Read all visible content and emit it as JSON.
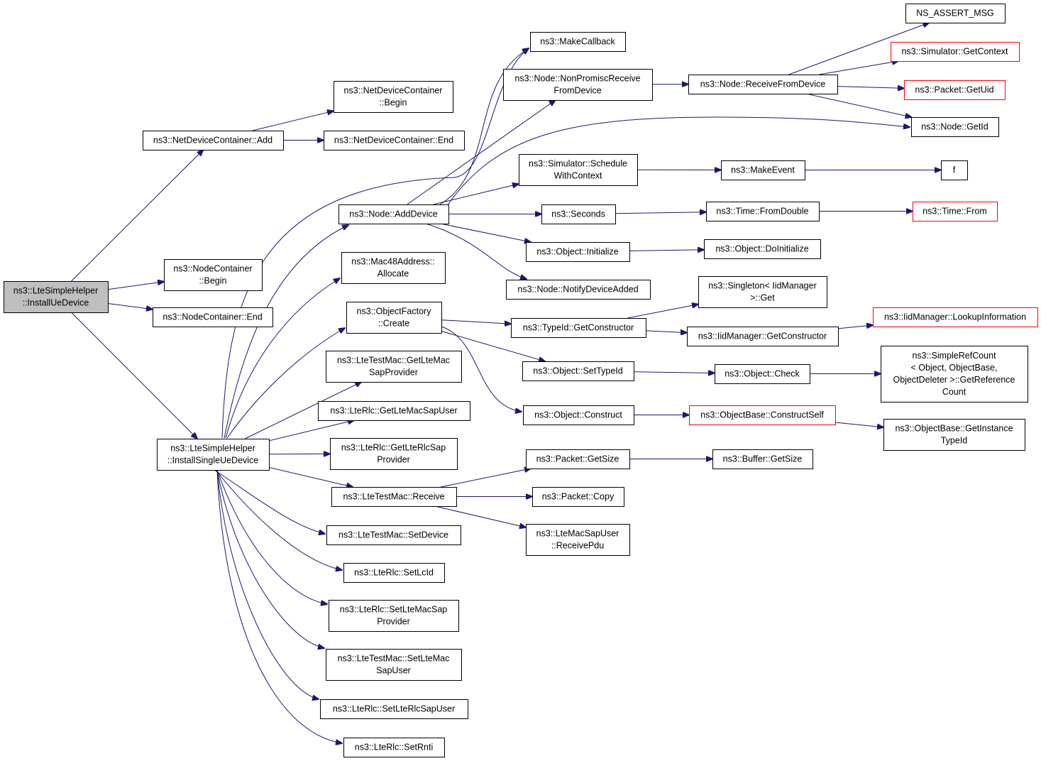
{
  "nodes": [
    {
      "id": "root",
      "lines": [
        "ns3::LteSimpleHelper",
        "::InstallUeDevice"
      ],
      "style": "root"
    },
    {
      "id": "ndc_add",
      "lines": [
        "ns3::NetDeviceContainer::Add"
      ]
    },
    {
      "id": "nc_begin",
      "lines": [
        "ns3::NodeContainer",
        "::Begin"
      ]
    },
    {
      "id": "nc_end",
      "lines": [
        "ns3::NodeContainer::End"
      ]
    },
    {
      "id": "install_single",
      "lines": [
        "ns3::LteSimpleHelper",
        "::InstallSingleUeDevice"
      ]
    },
    {
      "id": "ndc_begin",
      "lines": [
        "ns3::NetDeviceContainer",
        "::Begin"
      ]
    },
    {
      "id": "ndc_end",
      "lines": [
        "ns3::NetDeviceContainer::End"
      ]
    },
    {
      "id": "make_callback",
      "lines": [
        "ns3::MakeCallback"
      ]
    },
    {
      "id": "nonpromisc",
      "lines": [
        "ns3::Node::NonPromiscReceive",
        "FromDevice"
      ]
    },
    {
      "id": "node_add_device",
      "lines": [
        "ns3::Node::AddDevice"
      ]
    },
    {
      "id": "mac48_allocate",
      "lines": [
        "ns3::Mac48Address::",
        "Allocate"
      ]
    },
    {
      "id": "objfactory_create",
      "lines": [
        "ns3::ObjectFactory",
        "::Create"
      ]
    },
    {
      "id": "get_lte_mac_sap_provider",
      "lines": [
        "ns3::LteTestMac::GetLteMac",
        "SapProvider"
      ]
    },
    {
      "id": "get_lte_mac_sap_user",
      "lines": [
        "ns3::LteRlc::GetLteMacSapUser"
      ]
    },
    {
      "id": "get_lte_rlc_sap_provider",
      "lines": [
        "ns3::LteRlc::GetLteRlcSap",
        "Provider"
      ]
    },
    {
      "id": "ltetestmac_receive",
      "lines": [
        "ns3::LteTestMac::Receive"
      ]
    },
    {
      "id": "ltetestmac_setdevice",
      "lines": [
        "ns3::LteTestMac::SetDevice"
      ]
    },
    {
      "id": "lterlc_setlcid",
      "lines": [
        "ns3::LteRlc::SetLcId"
      ]
    },
    {
      "id": "lterlc_set_mac_sap_provider",
      "lines": [
        "ns3::LteRlc::SetLteMacSap",
        "Provider"
      ]
    },
    {
      "id": "ltetestmac_set_mac_sap_user",
      "lines": [
        "ns3::LteTestMac::SetLteMac",
        "SapUser"
      ]
    },
    {
      "id": "lterlc_set_rlc_sap_user",
      "lines": [
        "ns3::LteRlc::SetLteRlcSapUser"
      ]
    },
    {
      "id": "lterlc_setrnti",
      "lines": [
        "ns3::LteRlc::SetRnti"
      ]
    },
    {
      "id": "sim_schedule_ctx",
      "lines": [
        "ns3::Simulator::Schedule",
        "WithContext"
      ]
    },
    {
      "id": "seconds",
      "lines": [
        "ns3::Seconds"
      ]
    },
    {
      "id": "obj_initialize",
      "lines": [
        "ns3::Object::Initialize"
      ]
    },
    {
      "id": "notify_device_added",
      "lines": [
        "ns3::Node::NotifyDeviceAdded"
      ]
    },
    {
      "id": "typeid_getconstructor",
      "lines": [
        "ns3::TypeId::GetConstructor"
      ]
    },
    {
      "id": "obj_settypeid",
      "lines": [
        "ns3::Object::SetTypeId"
      ]
    },
    {
      "id": "obj_construct",
      "lines": [
        "ns3::Object::Construct"
      ]
    },
    {
      "id": "packet_getsize",
      "lines": [
        "ns3::Packet::GetSize"
      ]
    },
    {
      "id": "packet_copy",
      "lines": [
        "ns3::Packet::Copy"
      ]
    },
    {
      "id": "macsapuser_receivepdu",
      "lines": [
        "ns3::LteMacSapUser",
        "::ReceivePdu"
      ]
    },
    {
      "id": "node_receive_from_device",
      "lines": [
        "ns3::Node::ReceiveFromDevice"
      ]
    },
    {
      "id": "make_event",
      "lines": [
        "ns3::MakeEvent"
      ]
    },
    {
      "id": "time_fromdouble",
      "lines": [
        "ns3::Time::FromDouble"
      ]
    },
    {
      "id": "obj_doinitialize",
      "lines": [
        "ns3::Object::DoInitialize"
      ]
    },
    {
      "id": "singleton_get",
      "lines": [
        "ns3::Singleton< IidManager",
        ">::Get"
      ]
    },
    {
      "id": "iid_getconstructor",
      "lines": [
        "ns3::IidManager::GetConstructor"
      ]
    },
    {
      "id": "obj_check",
      "lines": [
        "ns3::Object::Check"
      ]
    },
    {
      "id": "objbase_constructself",
      "lines": [
        "ns3::ObjectBase::ConstructSelf"
      ],
      "style": "red"
    },
    {
      "id": "buffer_getsize",
      "lines": [
        "ns3::Buffer::GetSize"
      ]
    },
    {
      "id": "ns_assert_msg",
      "lines": [
        "NS_ASSERT_MSG"
      ]
    },
    {
      "id": "sim_getcontext",
      "lines": [
        "ns3::Simulator::GetContext"
      ],
      "style": "red"
    },
    {
      "id": "packet_getuid",
      "lines": [
        "ns3::Packet::GetUid"
      ],
      "style": "red"
    },
    {
      "id": "node_getid",
      "lines": [
        "ns3::Node::GetId"
      ]
    },
    {
      "id": "f",
      "lines": [
        "f"
      ]
    },
    {
      "id": "time_from",
      "lines": [
        "ns3::Time::From"
      ],
      "style": "red"
    },
    {
      "id": "iid_lookupinfo",
      "lines": [
        "ns3::IidManager::LookupInformation"
      ],
      "style": "red"
    },
    {
      "id": "simplerefcount_getrefcount",
      "lines": [
        "ns3::SimpleRefCount",
        "< Object, ObjectBase,",
        "ObjectDeleter >::GetReference",
        "Count"
      ]
    },
    {
      "id": "objbase_getinstancetypeid",
      "lines": [
        "ns3::ObjectBase::GetInstance",
        "TypeId"
      ]
    }
  ],
  "edges": [
    [
      "root",
      "ndc_add"
    ],
    [
      "root",
      "nc_begin"
    ],
    [
      "root",
      "nc_end"
    ],
    [
      "root",
      "install_single"
    ],
    [
      "ndc_add",
      "ndc_begin"
    ],
    [
      "ndc_add",
      "ndc_end"
    ],
    [
      "install_single",
      "make_callback"
    ],
    [
      "install_single",
      "node_add_device"
    ],
    [
      "install_single",
      "mac48_allocate"
    ],
    [
      "install_single",
      "objfactory_create"
    ],
    [
      "install_single",
      "get_lte_mac_sap_provider"
    ],
    [
      "install_single",
      "get_lte_mac_sap_user"
    ],
    [
      "install_single",
      "get_lte_rlc_sap_provider"
    ],
    [
      "install_single",
      "ltetestmac_receive"
    ],
    [
      "install_single",
      "ltetestmac_setdevice"
    ],
    [
      "install_single",
      "lterlc_setlcid"
    ],
    [
      "install_single",
      "lterlc_set_mac_sap_provider"
    ],
    [
      "install_single",
      "ltetestmac_set_mac_sap_user"
    ],
    [
      "install_single",
      "lterlc_set_rlc_sap_user"
    ],
    [
      "install_single",
      "lterlc_setrnti"
    ],
    [
      "node_add_device",
      "make_callback"
    ],
    [
      "node_add_device",
      "nonpromisc"
    ],
    [
      "node_add_device",
      "node_getid"
    ],
    [
      "node_add_device",
      "sim_schedule_ctx"
    ],
    [
      "node_add_device",
      "seconds"
    ],
    [
      "node_add_device",
      "obj_initialize"
    ],
    [
      "node_add_device",
      "notify_device_added"
    ],
    [
      "nonpromisc",
      "node_receive_from_device"
    ],
    [
      "node_receive_from_device",
      "ns_assert_msg"
    ],
    [
      "node_receive_from_device",
      "sim_getcontext"
    ],
    [
      "node_receive_from_device",
      "packet_getuid"
    ],
    [
      "node_receive_from_device",
      "node_getid"
    ],
    [
      "sim_schedule_ctx",
      "make_event"
    ],
    [
      "make_event",
      "f"
    ],
    [
      "seconds",
      "time_fromdouble"
    ],
    [
      "time_fromdouble",
      "time_from"
    ],
    [
      "obj_initialize",
      "obj_doinitialize"
    ],
    [
      "objfactory_create",
      "typeid_getconstructor"
    ],
    [
      "objfactory_create",
      "obj_settypeid"
    ],
    [
      "objfactory_create",
      "obj_construct"
    ],
    [
      "typeid_getconstructor",
      "singleton_get"
    ],
    [
      "typeid_getconstructor",
      "iid_getconstructor"
    ],
    [
      "iid_getconstructor",
      "iid_lookupinfo"
    ],
    [
      "obj_settypeid",
      "obj_check"
    ],
    [
      "obj_check",
      "simplerefcount_getrefcount"
    ],
    [
      "obj_construct",
      "objbase_constructself"
    ],
    [
      "objbase_constructself",
      "objbase_getinstancetypeid"
    ],
    [
      "ltetestmac_receive",
      "packet_getsize"
    ],
    [
      "ltetestmac_receive",
      "packet_copy"
    ],
    [
      "ltetestmac_receive",
      "macsapuser_receivepdu"
    ],
    [
      "packet_getsize",
      "buffer_getsize"
    ]
  ],
  "colors": {
    "edge": "#191970",
    "root_fill": "#bfbfbf",
    "red_border": "#ff0000"
  }
}
